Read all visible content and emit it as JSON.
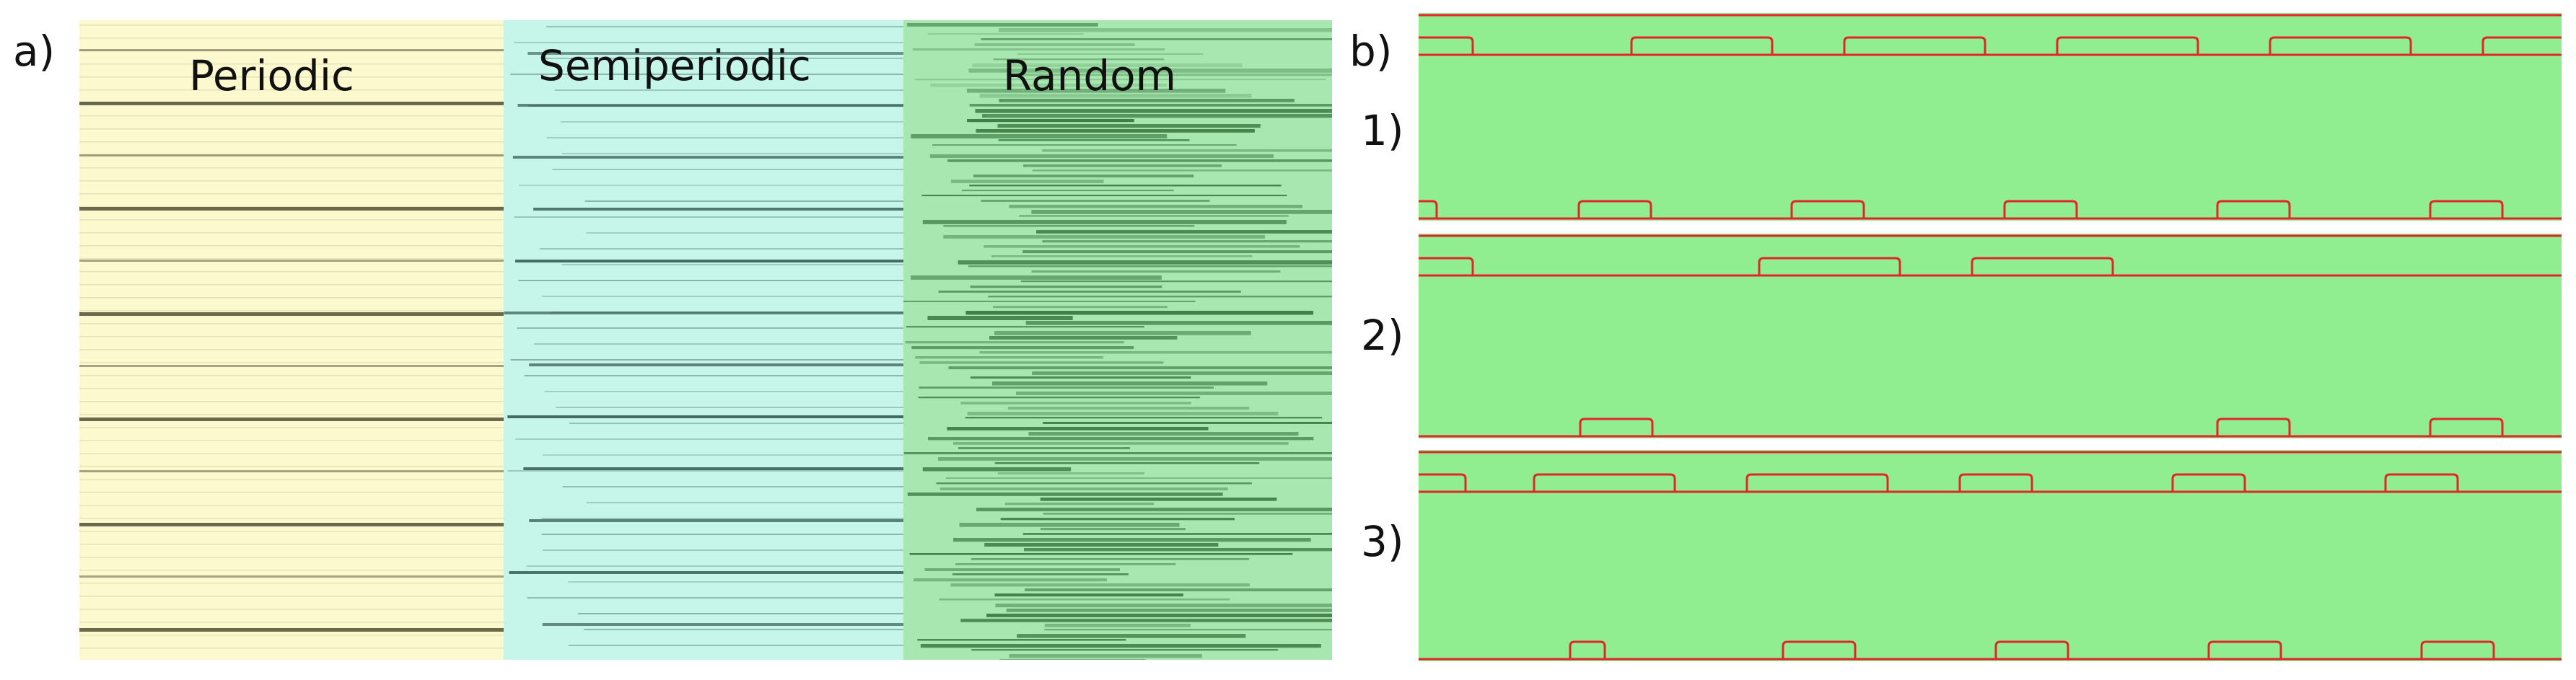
{
  "panel_a": {
    "letter": "a)",
    "regions": [
      {
        "title": "Periodic",
        "color": "#fdf9cf",
        "line": "#3a3a22"
      },
      {
        "title": "Semiperiodic",
        "color": "#c6f5ea",
        "line": "#23483d"
      },
      {
        "title": "Random",
        "color": "#a8e8b0",
        "line": "#1c5a22"
      }
    ]
  },
  "panel_b": {
    "letter": "b)",
    "background": "#90ee90",
    "line_color": "#e0262b",
    "rows": [
      {
        "label": "1)",
        "top_steps": 6,
        "bottom_steps": 6
      },
      {
        "label": "2)",
        "top_steps": 3,
        "bottom_steps": 3
      },
      {
        "label": "3)",
        "top_steps": 6,
        "bottom_steps": 5
      }
    ]
  }
}
